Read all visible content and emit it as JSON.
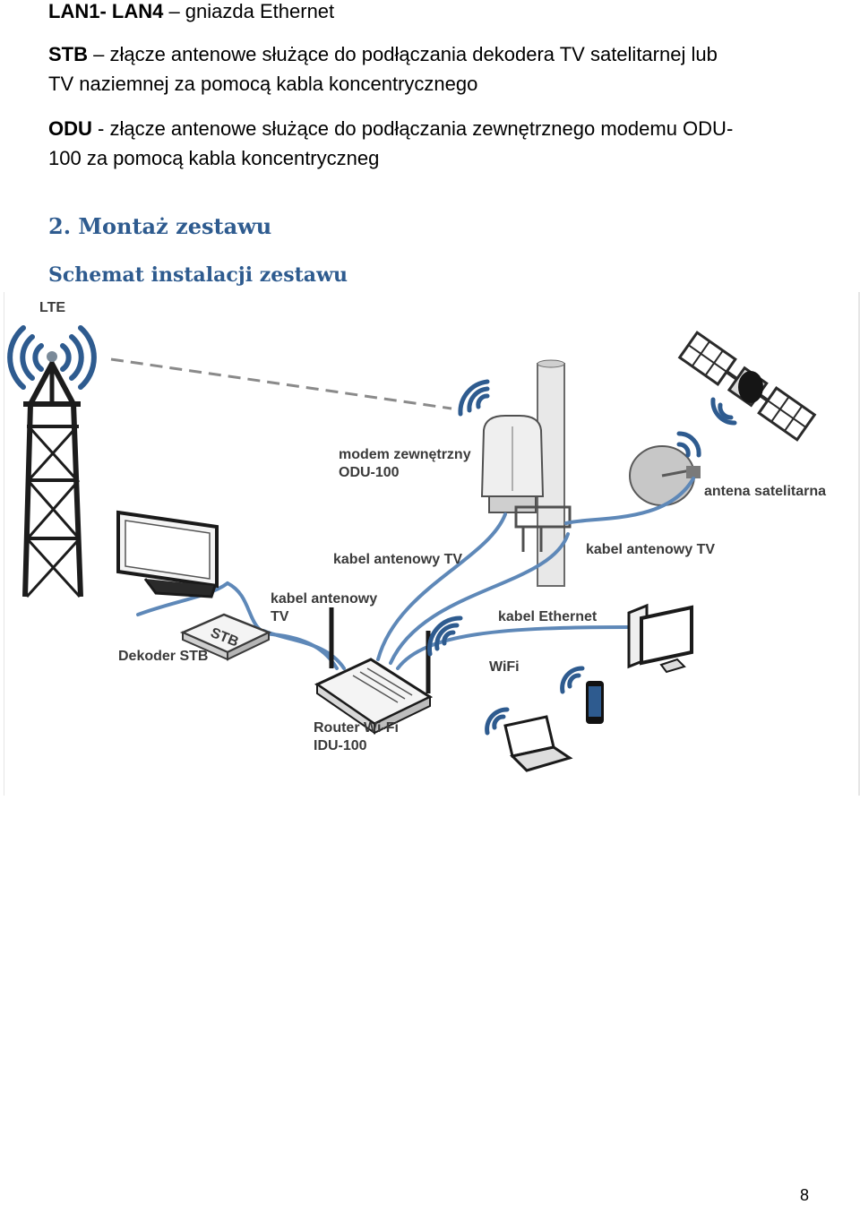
{
  "lan": {
    "term": "LAN1- LAN4",
    "desc": " – gniazda Ethernet"
  },
  "stb": {
    "term": "STB",
    "line1": " –  złącze antenowe służące do podłączania dekodera TV satelitarnej lub",
    "line2": "TV naziemnej za pomocą kabla koncentrycznego"
  },
  "odu": {
    "term": "ODU",
    "line1": " - złącze antenowe służące do podłączania zewnętrznego modemu ODU-",
    "line2": "100 za pomocą kabla koncentryczneg"
  },
  "section": {
    "number": "2.",
    "title": "Montaż zestawu"
  },
  "subsection": {
    "title": "Schemat instalacji zestawu"
  },
  "diagram": {
    "lte": "LTE",
    "modem_line1": "modem zewnętrzny",
    "modem_line2": "ODU-100",
    "satellite_dish": "antena satelitarna",
    "cable_tv_left": "kabel antenowy TV",
    "cable_tv_right": "kabel antenowy TV",
    "cable_tv2_line1": "kabel antenowy",
    "cable_tv2_line2": "TV",
    "ethernet": "kabel Ethernet",
    "decoder": "Dekoder STB",
    "stb_box": "STB",
    "wifi": "WiFi",
    "router_line1": "Router Wi-Fi",
    "router_line2": "IDU-100",
    "colors": {
      "cable": "#5e88b8",
      "signal": "#2e5b8f"
    }
  },
  "page": {
    "number": "8"
  }
}
